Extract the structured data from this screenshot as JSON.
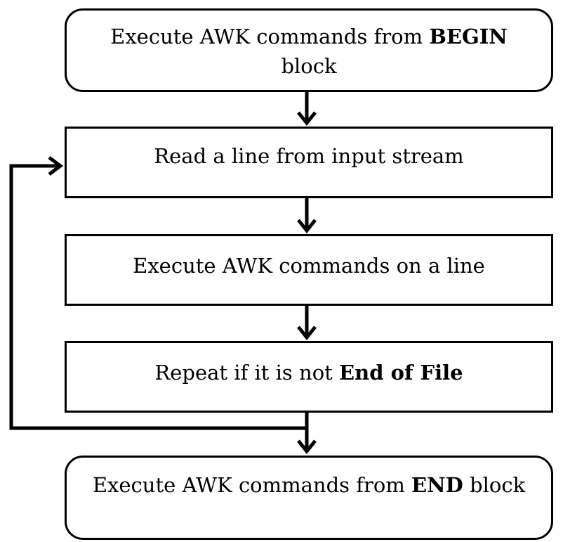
{
  "diagram": {
    "type": "flowchart",
    "nodes": [
      {
        "id": "begin",
        "shape": "rounded-rectangle",
        "text_parts": [
          "Execute AWK commands from ",
          "BEGIN",
          "block"
        ]
      },
      {
        "id": "read",
        "shape": "rectangle",
        "text": "Read a line from input stream"
      },
      {
        "id": "exec",
        "shape": "rectangle",
        "text": "Execute AWK commands on a line"
      },
      {
        "id": "repeat",
        "shape": "rectangle",
        "text_parts": [
          "Repeat if it is not ",
          "End of File"
        ]
      },
      {
        "id": "end",
        "shape": "rounded-rectangle",
        "text_parts": [
          "Execute AWK commands from ",
          "END",
          " block"
        ]
      }
    ],
    "edges": [
      {
        "from": "begin",
        "to": "read"
      },
      {
        "from": "read",
        "to": "exec"
      },
      {
        "from": "exec",
        "to": "repeat"
      },
      {
        "from": "repeat",
        "to": "end"
      },
      {
        "from": "repeat",
        "to": "read",
        "kind": "loop-back"
      }
    ],
    "colors": {
      "stroke": "#000000",
      "fill": "#ffffff",
      "text": "#000000"
    }
  }
}
